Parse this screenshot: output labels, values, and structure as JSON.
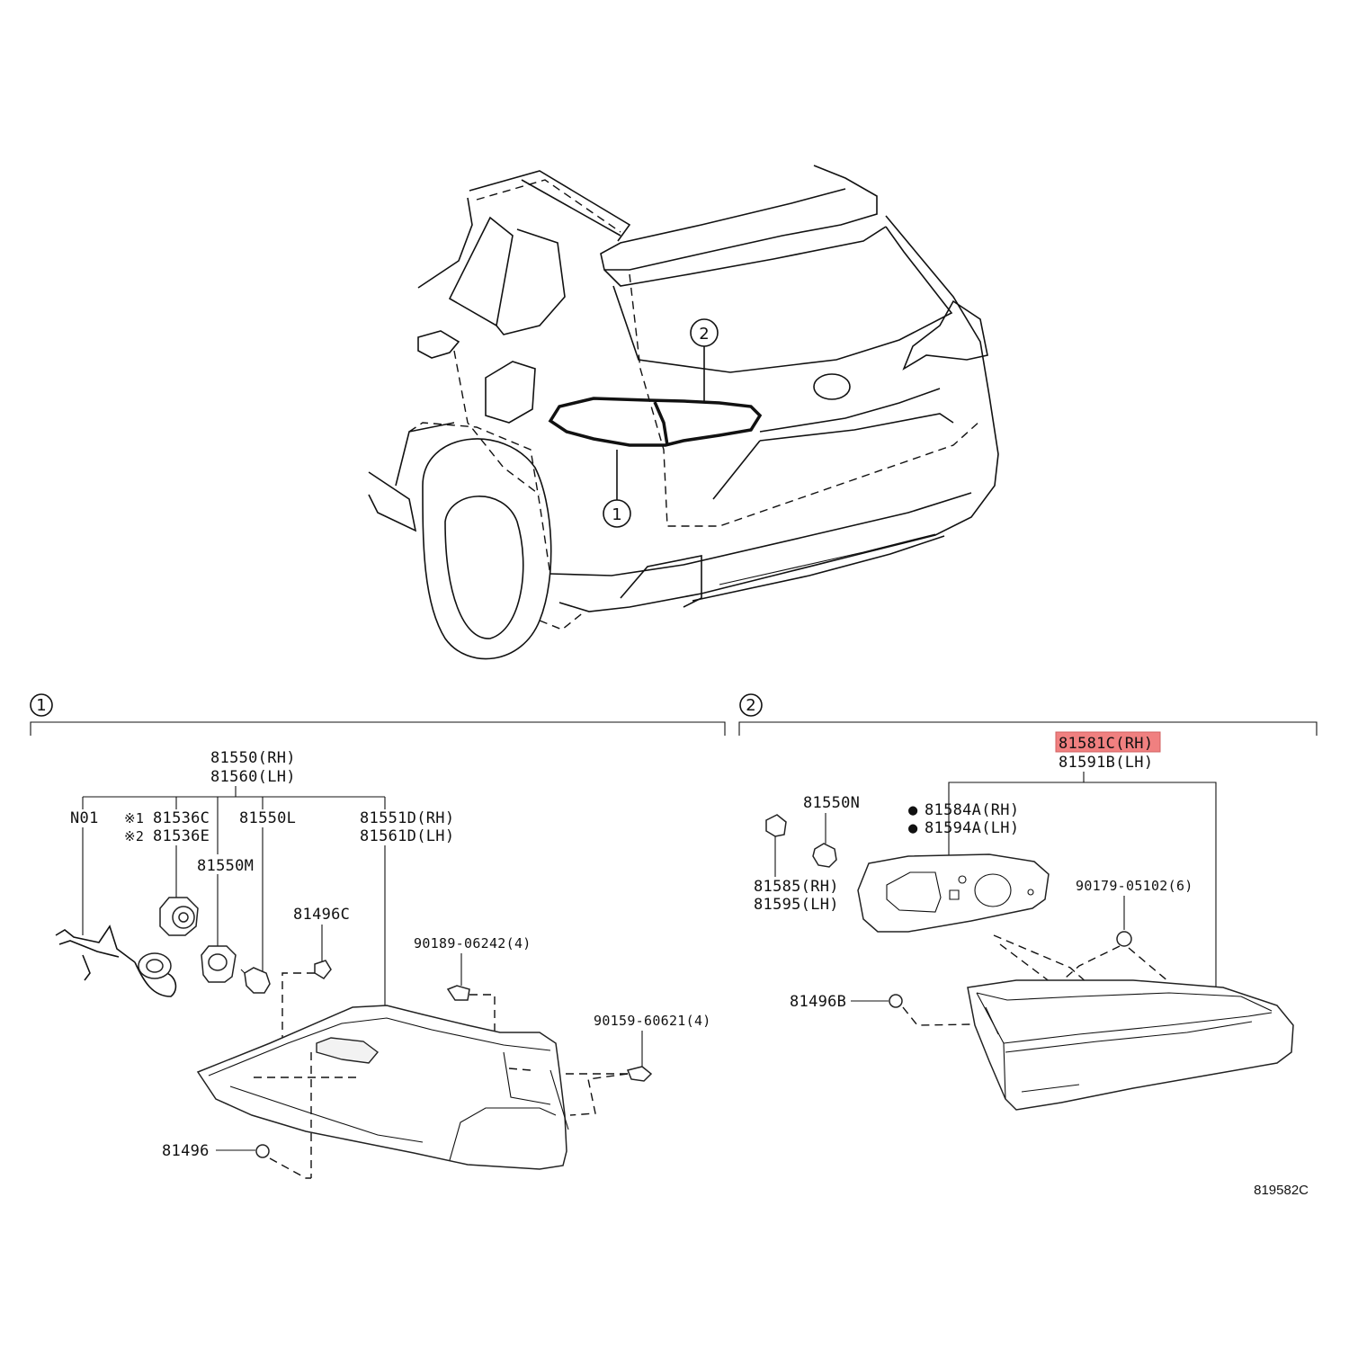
{
  "callouts": {
    "c1": "1",
    "c2": "2"
  },
  "section1": {
    "number": "1",
    "assembly_rh": "81550(RH)",
    "assembly_lh": "81560(LH)",
    "n01": "N01",
    "socket_note_1": "※1",
    "socket_1": "81536C",
    "socket_note_2": "※2",
    "socket_2": "81536E",
    "bulb_l": "81550L",
    "bulb_m": "81550M",
    "lens_rh": "81551D(RH)",
    "lens_lh": "81561D(LH)",
    "clip_c": "81496C",
    "screw_a": "90189-06242(4)",
    "screw_b": "90159-60621(4)",
    "clip": "81496"
  },
  "section2": {
    "number": "2",
    "assembly_rh": "81581C(RH)",
    "assembly_lh": "81591B(LH)",
    "bulb_n": "81550N",
    "gasket_marker": "●",
    "gasket_rh": "81584A(RH)",
    "gasket_lh": "81594A(LH)",
    "socket_rh": "81585(RH)",
    "socket_lh": "81595(LH)",
    "nut": "90179-05102(6)",
    "clip_b": "81496B"
  },
  "highlight_color": "#f08080",
  "diagram_code": "819582C"
}
